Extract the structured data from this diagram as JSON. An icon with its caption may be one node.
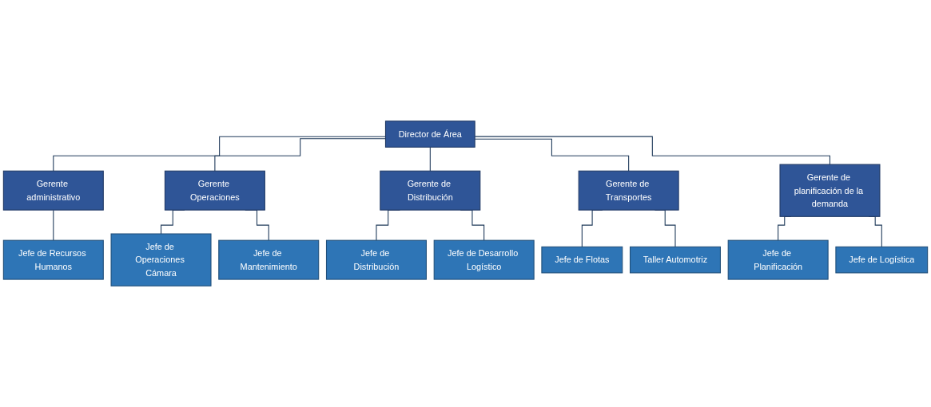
{
  "diagram": {
    "nodes": [
      {
        "text": [
          "Director de Área"
        ]
      },
      {
        "text": [
          "Gerente administrativo"
        ]
      },
      {
        "text": [
          "Gerente Operaciones"
        ]
      },
      {
        "text": [
          "Gerente de Distribución"
        ]
      },
      {
        "text": [
          "Gerente de Transportes"
        ]
      },
      {
        "text": [
          "Gerente de planificación de la demanda"
        ]
      },
      {
        "text": [
          "Jefe de Recursos Humanos"
        ]
      },
      {
        "text": [
          "Jefe de Operaciones Cámara"
        ]
      },
      {
        "text": [
          "Jefe de Distribución"
        ]
      },
      {
        "text": [
          "Jefe de Flotas"
        ]
      },
      {
        "text": [
          "Jefe de Planificación"
        ]
      },
      {
        "text": [
          "Jefe de Mantenimiento"
        ]
      },
      {
        "text": [
          "Jefe de Desarrollo Logístico"
        ]
      },
      {
        "text": [
          "Taller Automotriz"
        ]
      },
      {
        "text": [
          "Jefe de Logística"
        ]
      }
    ],
    "edges": [
      {
        "from": 0,
        "to": 1,
        "arrow": "none"
      },
      {
        "from": 0,
        "to": 2,
        "arrow": "none"
      },
      {
        "from": 0,
        "to": 3,
        "arrow": "none"
      },
      {
        "from": 0,
        "to": 4,
        "arrow": "none"
      },
      {
        "from": 0,
        "to": 5,
        "arrow": "none"
      },
      {
        "from": 1,
        "to": 6,
        "arrow": "none"
      },
      {
        "from": 2,
        "to": 7,
        "arrow": "none"
      },
      {
        "from": 2,
        "to": 11,
        "arrow": "none"
      },
      {
        "from": 3,
        "to": 8,
        "arrow": "none"
      },
      {
        "from": 3,
        "to": 12,
        "arrow": "none"
      },
      {
        "from": 4,
        "to": 9,
        "arrow": "none"
      },
      {
        "from": 4,
        "to": 13,
        "arrow": "none"
      },
      {
        "from": 5,
        "to": 10,
        "arrow": "none"
      },
      {
        "from": 5,
        "to": 14,
        "arrow": "none"
      }
    ]
  }
}
